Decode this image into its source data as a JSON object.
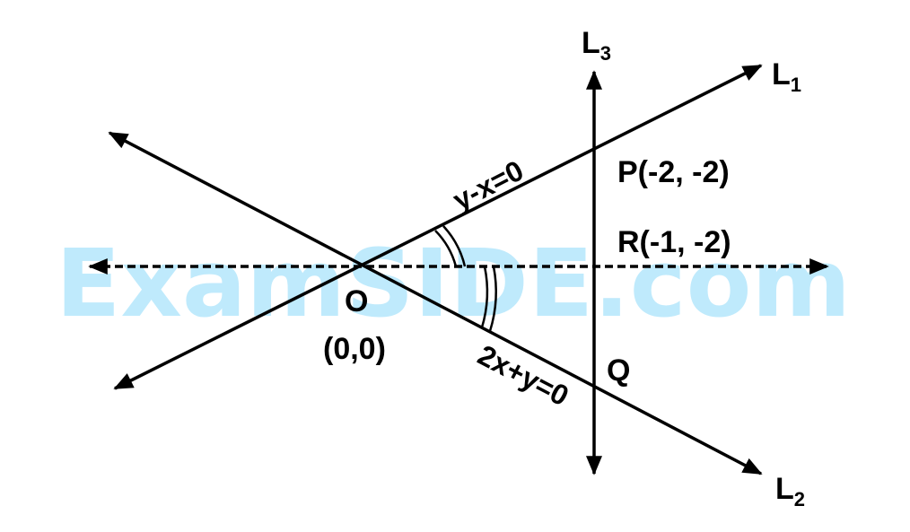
{
  "watermark": "ExamSIDE.com",
  "colors": {
    "line": "#000000",
    "watermark": "#bfeafc",
    "background": "#ffffff"
  },
  "lines": {
    "L1": {
      "name": "L",
      "sub": "1",
      "equation": "y-x=0"
    },
    "L2": {
      "name": "L",
      "sub": "2",
      "equation": "2x+y=0"
    },
    "L3": {
      "name": "L",
      "sub": "3"
    }
  },
  "points": {
    "O": {
      "label": "O",
      "coords": "(0,0)"
    },
    "P": {
      "label": "P(-2, -2)"
    },
    "R": {
      "label": "R(-1, -2)"
    },
    "Q": {
      "label": "Q"
    }
  }
}
